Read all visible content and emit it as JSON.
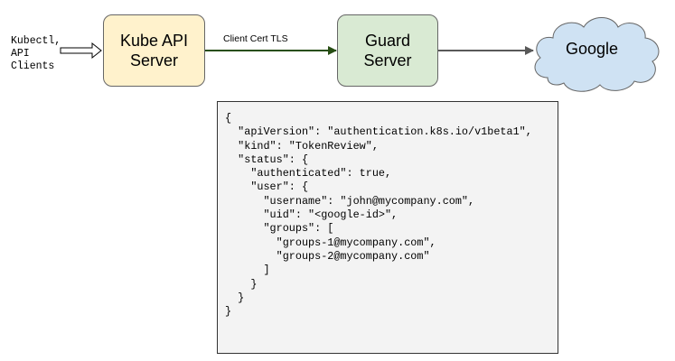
{
  "clients_label": "Kubectl,\nAPI\nClients",
  "nodes": {
    "kube_api_server": "Kube API\nServer",
    "guard_server": "Guard\nServer",
    "google": "Google"
  },
  "edges": {
    "kube_to_guard_label": "Client Cert TLS"
  },
  "colors": {
    "kube_fill": "#fff2cc",
    "guard_fill": "#d9ead3",
    "cloud_fill": "#cfe2f3",
    "tls_arrow": "#274e13",
    "google_arrow": "#595959"
  },
  "token_review_json": "{\n  \"apiVersion\": \"authentication.k8s.io/v1beta1\",\n  \"kind\": \"TokenReview\",\n  \"status\": {\n    \"authenticated\": true,\n    \"user\": {\n      \"username\": \"john@mycompany.com\",\n      \"uid\": \"<google-id>\",\n      \"groups\": [\n        \"groups-1@mycompany.com\",\n        \"groups-2@mycompany.com\"\n      ]\n    }\n  }\n}"
}
